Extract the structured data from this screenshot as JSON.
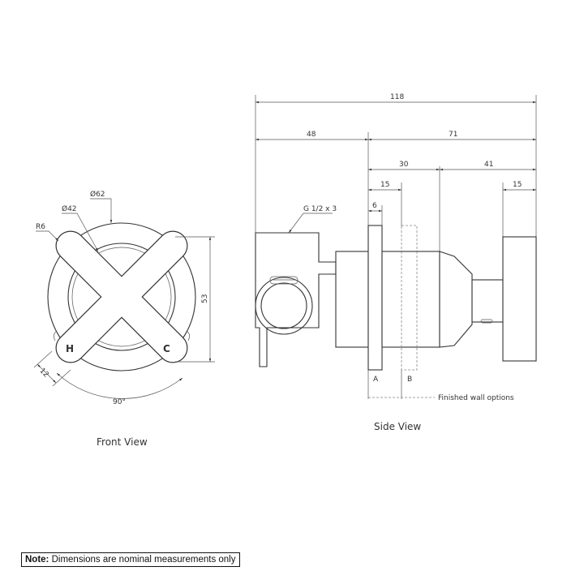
{
  "front_view": {
    "title": "Front View",
    "dims": {
      "dia_outer": "Ø62",
      "dia_inner": "Ø42",
      "radius": "R6",
      "height": "53",
      "arm_width": "12",
      "angle": "90°"
    },
    "hot_label": "H",
    "cold_label": "C"
  },
  "side_view": {
    "title": "Side View",
    "dims": {
      "overall": "118",
      "left_part": "48",
      "right_part": "71",
      "d30": "30",
      "d41": "41",
      "d15_left": "15",
      "d15_right": "15",
      "d6": "6",
      "thread": "G 1/2 x 3"
    },
    "wall_a": "A",
    "wall_b": "B",
    "wall_note": "Finished wall options"
  },
  "note": {
    "prefix": "Note:",
    "text": " Dimensions are nominal measurements only"
  }
}
